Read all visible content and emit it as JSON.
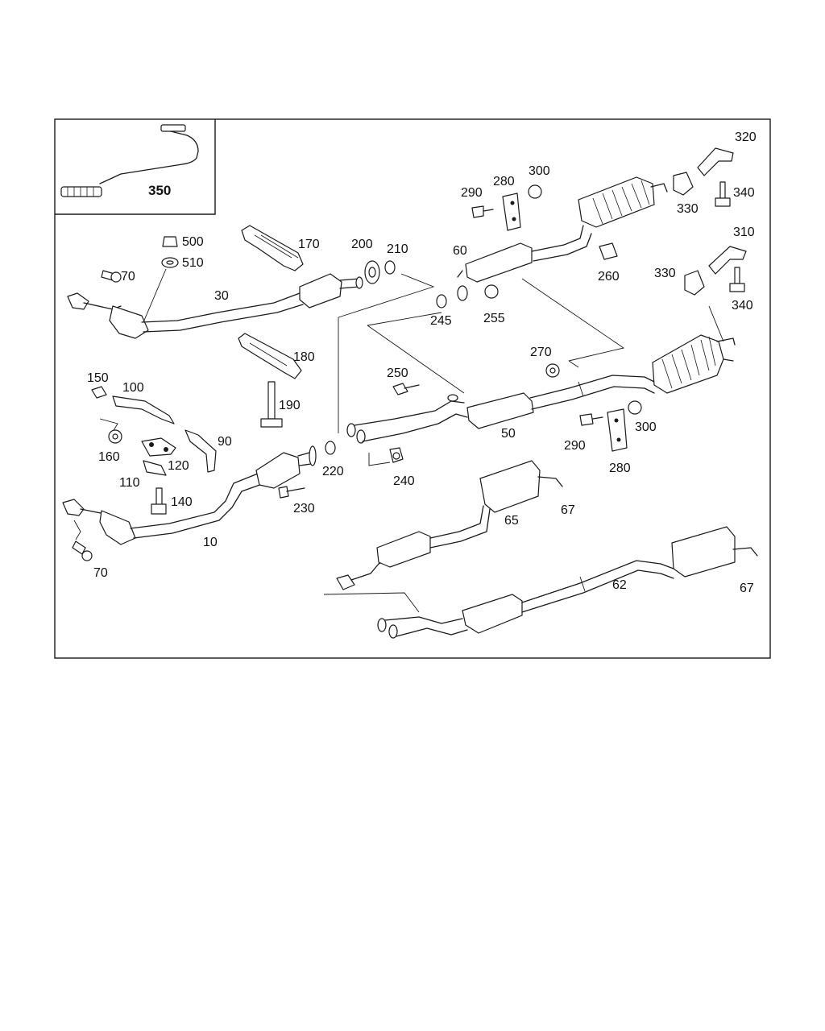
{
  "diagram": {
    "labels": {
      "p350": "350",
      "p500": "500",
      "p510": "510",
      "p170": "170",
      "p200": "200",
      "p210": "210",
      "p60": "60",
      "p290a": "290",
      "p280a": "280",
      "p300a": "300",
      "p320": "320",
      "p340a": "340",
      "p330a": "330",
      "p310": "310",
      "p330b": "330",
      "p340b": "340",
      "p260": "260",
      "p255": "255",
      "p245": "245",
      "p70a": "70",
      "p30": "30",
      "p180": "180",
      "p150": "150",
      "p100": "100",
      "p190": "190",
      "p270": "270",
      "p250": "250",
      "p50": "50",
      "p290b": "290",
      "p300b": "300",
      "p280b": "280",
      "p160": "160",
      "p90": "90",
      "p120": "120",
      "p110": "110",
      "p220": "220",
      "p240": "240",
      "p140": "140",
      "p230": "230",
      "p65": "65",
      "p67a": "67",
      "p10": "10",
      "p70b": "70",
      "p62": "62",
      "p67b": "67"
    }
  }
}
